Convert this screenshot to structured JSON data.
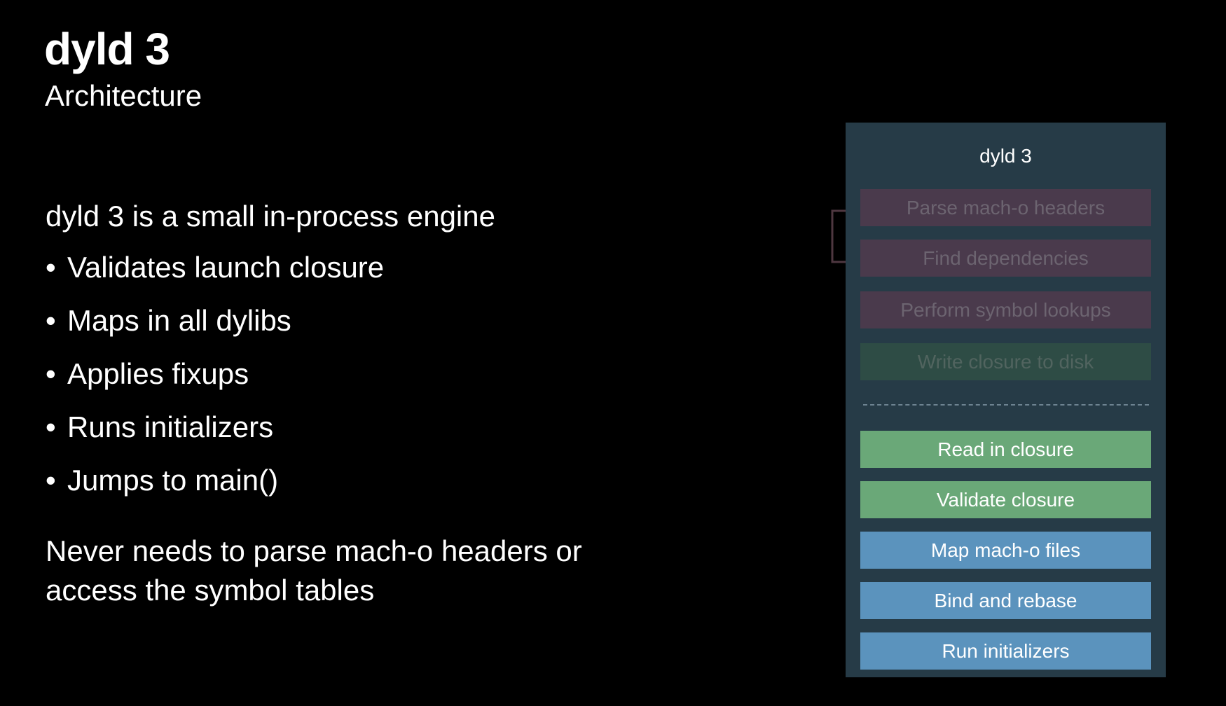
{
  "slide": {
    "title": "dyld 3",
    "subtitle": "Architecture",
    "intro": "dyld 3 is a small in-process engine",
    "bullet_glyph": "•",
    "bullets": [
      "Validates launch closure",
      "Maps in all dylibs",
      "Applies fixups",
      "Runs initializers",
      "Jumps to main()"
    ],
    "outro_line1": "Never needs to parse mach-o headers or",
    "outro_line2": "access the symbol tables"
  },
  "diagram": {
    "panel_title": "dyld 3",
    "colors": {
      "panel": "#263b47",
      "dimmed_purple": "#4a3a4c",
      "dimmed_green": "#2e4c45",
      "dimmed_text": "#6c6470",
      "dimmed_green_text": "#51645f",
      "green": "#6aa878",
      "blue": "#5b93bd",
      "loop_arrow": "#4e3740",
      "separator": "#6d8391"
    },
    "steps": [
      {
        "label": "Parse mach-o headers",
        "state": "dimmed",
        "color": "#4a3a4c",
        "text_color": "#6c6470"
      },
      {
        "label": "Find dependencies",
        "state": "dimmed",
        "color": "#4a3a4c",
        "text_color": "#6c6470"
      },
      {
        "label": "Perform symbol lookups",
        "state": "dimmed",
        "color": "#4a3a4c",
        "text_color": "#6c6470"
      },
      {
        "label": "Write closure to disk",
        "state": "dimmed",
        "color": "#2e4c45",
        "text_color": "#51645f"
      },
      {
        "label": "Read in closure",
        "state": "active",
        "color": "#6aa878",
        "text_color": "#ffffff"
      },
      {
        "label": "Validate closure",
        "state": "active",
        "color": "#6aa878",
        "text_color": "#ffffff"
      },
      {
        "label": "Map mach-o files",
        "state": "active",
        "color": "#5b93bd",
        "text_color": "#ffffff"
      },
      {
        "label": "Bind and rebase",
        "state": "active",
        "color": "#5b93bd",
        "text_color": "#ffffff"
      },
      {
        "label": "Run initializers",
        "state": "active",
        "color": "#5b93bd",
        "text_color": "#ffffff"
      }
    ]
  }
}
